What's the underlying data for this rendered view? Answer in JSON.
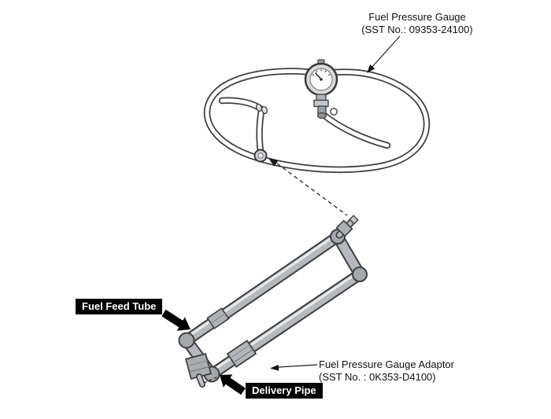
{
  "callouts": {
    "gauge": {
      "line1": "Fuel Pressure Gauge",
      "line2": "(SST No.: 09353-24100)"
    },
    "adaptor": {
      "line1": "Fuel Pressure Gauge Adaptor",
      "line2": "(SST No. : 0K353-D4100)"
    }
  },
  "labels": {
    "fuel_feed_tube": "Fuel Feed Tube",
    "delivery_pipe": "Delivery Pipe"
  },
  "parts": {
    "gauge_hose": "coiled-hose",
    "pressure_gauge_dial": "analog-pressure-gauge",
    "hose_end_fitting": "hose-end-union-fitting",
    "hose_clip": "hose-clip",
    "adaptor_assembly": "u-shaped-adaptor-pipe",
    "connection_dashed_line": "connect-here-indicator"
  },
  "colors": {
    "label_bg": "#000000",
    "label_fg": "#ffffff",
    "leader_line": "#222222",
    "hose_outline": "#3f3f3f",
    "hose_fill": "#fdfdfd",
    "metal_mid": "#b5b9bd",
    "metal_dark": "#3f3f3f"
  }
}
